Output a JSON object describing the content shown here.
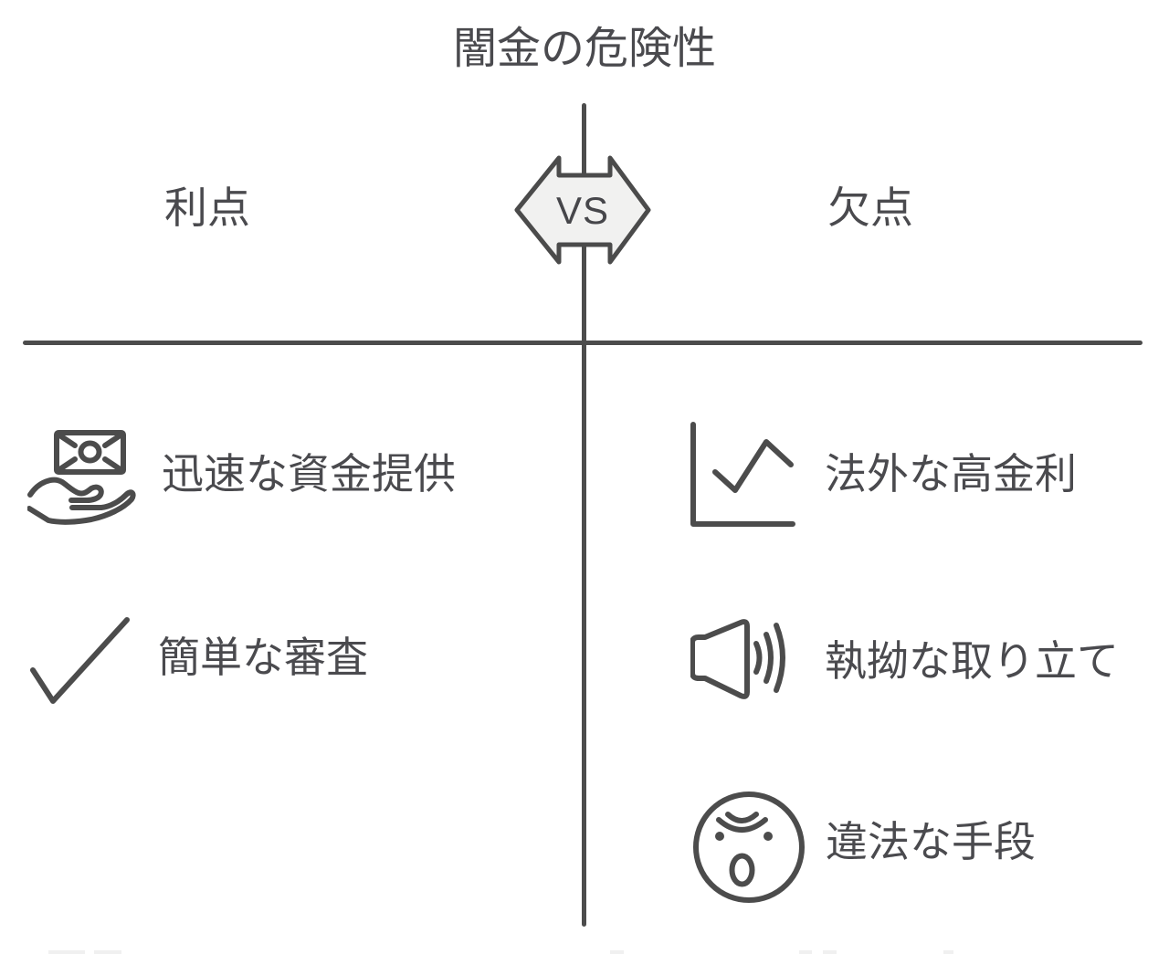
{
  "title": "闇金の危険性",
  "vs_badge": {
    "label": "VS"
  },
  "columns": {
    "left": {
      "heading": "利点",
      "items": [
        {
          "icon": "money-hand-icon",
          "label": "迅速な資金提供"
        },
        {
          "icon": "checkmark-icon",
          "label": "簡単な審査"
        }
      ]
    },
    "right": {
      "heading": "欠点",
      "items": [
        {
          "icon": "line-chart-icon",
          "label": "法外な高金利"
        },
        {
          "icon": "speaker-icon",
          "label": "執拗な取り立て"
        },
        {
          "icon": "shocked-face-icon",
          "label": "違法な手段"
        }
      ]
    }
  },
  "colors": {
    "text": "#4a4a4e",
    "line": "#4c4c4c",
    "badge_fill": "#f1f1f0",
    "badge_stroke": "#4b4b4b",
    "background": "#ffffff"
  }
}
